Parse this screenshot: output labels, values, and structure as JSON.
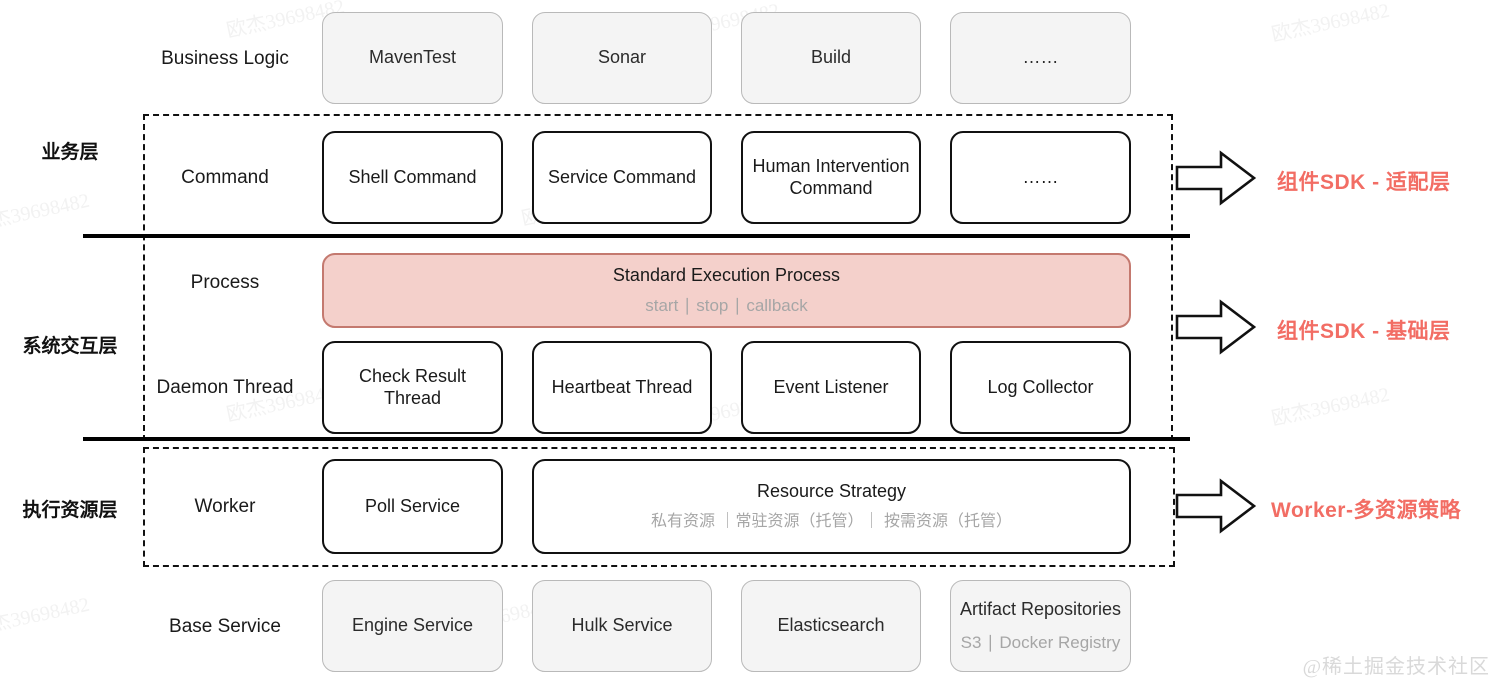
{
  "diagram": {
    "title": "CI/CD Layered Architecture",
    "accent_red": "#f26d64",
    "pink_fill": "#f4d0cb",
    "pink_border": "#c4796f",
    "grey_fill": "#f4f4f4",
    "grey_border": "#b9b9b9"
  },
  "layers": [
    {
      "name": "business-layer",
      "label": "业务层"
    },
    {
      "name": "system-interaction-layer",
      "label": "系统交互层"
    },
    {
      "name": "execution-resource-layer",
      "label": "执行资源层"
    }
  ],
  "rows": [
    {
      "key": "business-logic",
      "label": "Business Logic",
      "style": "grey",
      "nodes": [
        {
          "title": "MavenTest"
        },
        {
          "title": "Sonar"
        },
        {
          "title": "Build"
        },
        {
          "title": "……"
        }
      ]
    },
    {
      "key": "command",
      "label": "Command",
      "style": "solid",
      "nodes": [
        {
          "title": "Shell Command"
        },
        {
          "title": "Service Command"
        },
        {
          "title": "Human Intervention Command"
        },
        {
          "title": "……"
        }
      ]
    },
    {
      "key": "process",
      "label": "Process",
      "style": "pink",
      "nodes": [
        {
          "title": "Standard Execution Process",
          "sub": "start ∣ stop ∣ callback"
        }
      ]
    },
    {
      "key": "daemon-thread",
      "label": "Daemon Thread",
      "style": "solid",
      "nodes": [
        {
          "title": "Check Result Thread"
        },
        {
          "title": "Heartbeat Thread"
        },
        {
          "title": "Event Listener"
        },
        {
          "title": "Log Collector"
        }
      ]
    },
    {
      "key": "worker",
      "label": "Worker",
      "style": "solid",
      "nodes": [
        {
          "title": "Poll Service"
        },
        {
          "title": "Resource Strategy",
          "sub": "私有资源 ｜常驻资源（托管）｜ 按需资源（托管）"
        }
      ]
    },
    {
      "key": "base-service",
      "label": "Base Service",
      "style": "grey",
      "nodes": [
        {
          "title": "Engine Service"
        },
        {
          "title": "Hulk Service"
        },
        {
          "title": "Elasticsearch"
        },
        {
          "title": "Artifact Repositories",
          "sub": "S3 ∣ Docker Registry"
        }
      ]
    }
  ],
  "callouts": [
    {
      "key": "adapter",
      "label": "组件SDK - 适配层"
    },
    {
      "key": "foundation",
      "label": "组件SDK - 基础层"
    },
    {
      "key": "worker-strategy",
      "label": "Worker-多资源策略"
    }
  ],
  "watermarks": {
    "repeat_text": "欧杰39698482",
    "brand": "@稀土掘金技术社区"
  }
}
